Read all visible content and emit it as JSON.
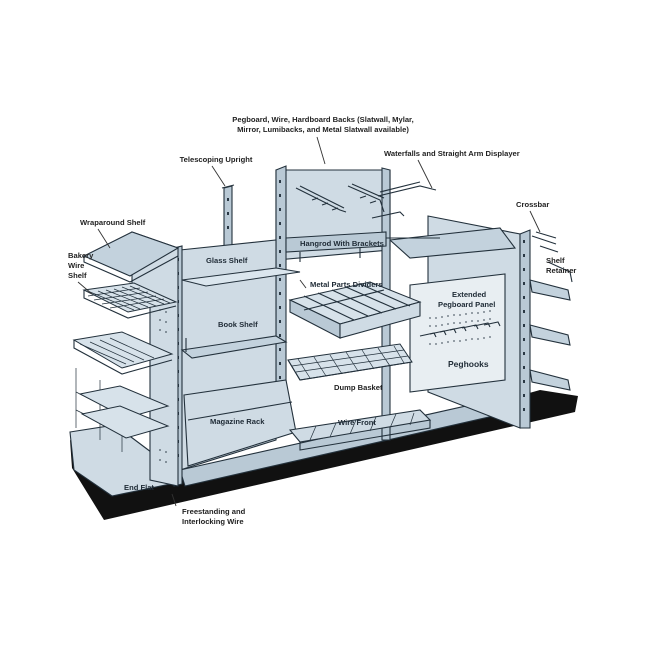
{
  "labels": {
    "backs_line1": "Pegboard, Wire, Hardboard Backs (Slatwall, Mylar,",
    "backs_line2": "Mirror, Lumibacks, and Metal Slatwall available)",
    "telescoping_upright": "Telescoping Upright",
    "waterfalls": "Waterfalls and Straight Arm Displayer",
    "crossbar": "Crossbar",
    "wraparound_shelf": "Wraparound Shelf",
    "glass_shelf": "Glass Shelf",
    "hangrod": "Hangrod With Brackets",
    "bakery_line1": "Bakery",
    "bakery_line2": "Wire",
    "bakery_line3": "Shelf",
    "shelf_retainer_line1": "Shelf",
    "shelf_retainer_line2": "Retainer",
    "metal_parts_dividers": "Metal Parts Dividers",
    "extended_pegboard_line1": "Extended",
    "extended_pegboard_line2": "Pegboard Panel",
    "book_shelf": "Book Shelf",
    "peghooks": "Peghooks",
    "dump_basket": "Dump Basket",
    "magazine_rack": "Magazine Rack",
    "wire_front": "Wire Front",
    "end_flat": "End Flat",
    "freestanding_line1": "Freestanding and",
    "freestanding_line2": "Interlocking Wire"
  },
  "colors": {
    "metal": "#b9c9d5",
    "outline": "#23313c",
    "base": "#111111",
    "panel": "#e8eef2"
  }
}
